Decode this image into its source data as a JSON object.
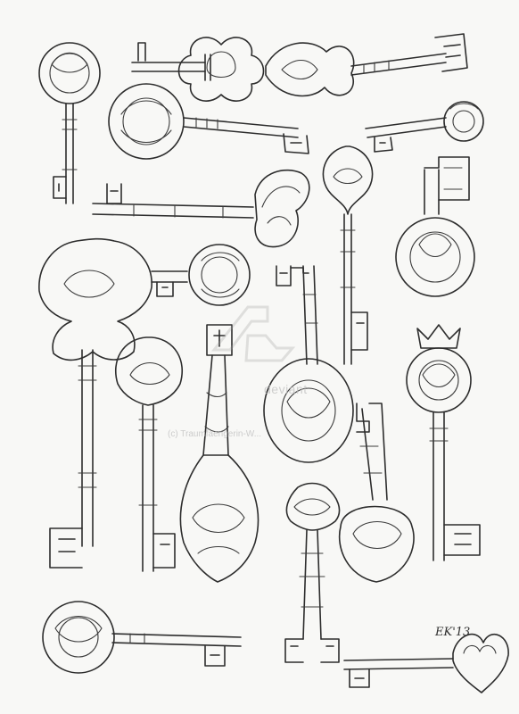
{
  "artwork": {
    "signature": "EK'13",
    "watermark": {
      "site": "deviant",
      "copyright": "(c) Traumfaengerin-W..."
    },
    "ink_color": "#2d2d2d",
    "paper_color": "#f8f8f6"
  }
}
